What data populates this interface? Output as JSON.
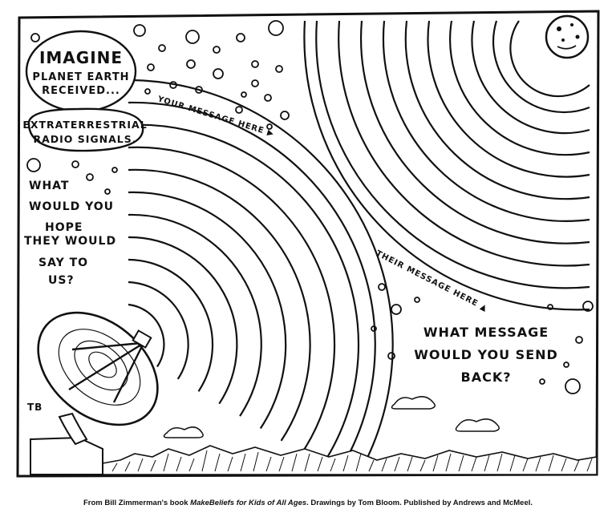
{
  "colors": {
    "ink": "#111111",
    "paper": "#ffffff"
  },
  "imagine_bubble": {
    "line1": "IMAGINE",
    "line2": "PLANET EARTH",
    "line3": "RECEIVED..."
  },
  "signal_bubble": {
    "line1": "EXTRATERRESTRIAL",
    "line2": "RADIO SIGNALS."
  },
  "question_left": [
    "WHAT",
    "WOULD YOU",
    "HOPE",
    "THEY WOULD",
    "SAY TO",
    "US?"
  ],
  "your_message_label": "YOUR MESSAGE HERE ▶",
  "their_message_label": "THEIR MESSAGE HERE ▲",
  "question_right": [
    "WHAT MESSAGE",
    "WOULD YOU SEND",
    "BACK?"
  ],
  "artist_initials": "TB",
  "credit": {
    "prefix": "From Bill Zimmerman's book",
    "book_title": "MakeBeliefs for Kids of All Ages",
    "suffix": ". Drawings by Tom Bloom. Published by Andrews and McMeel."
  }
}
